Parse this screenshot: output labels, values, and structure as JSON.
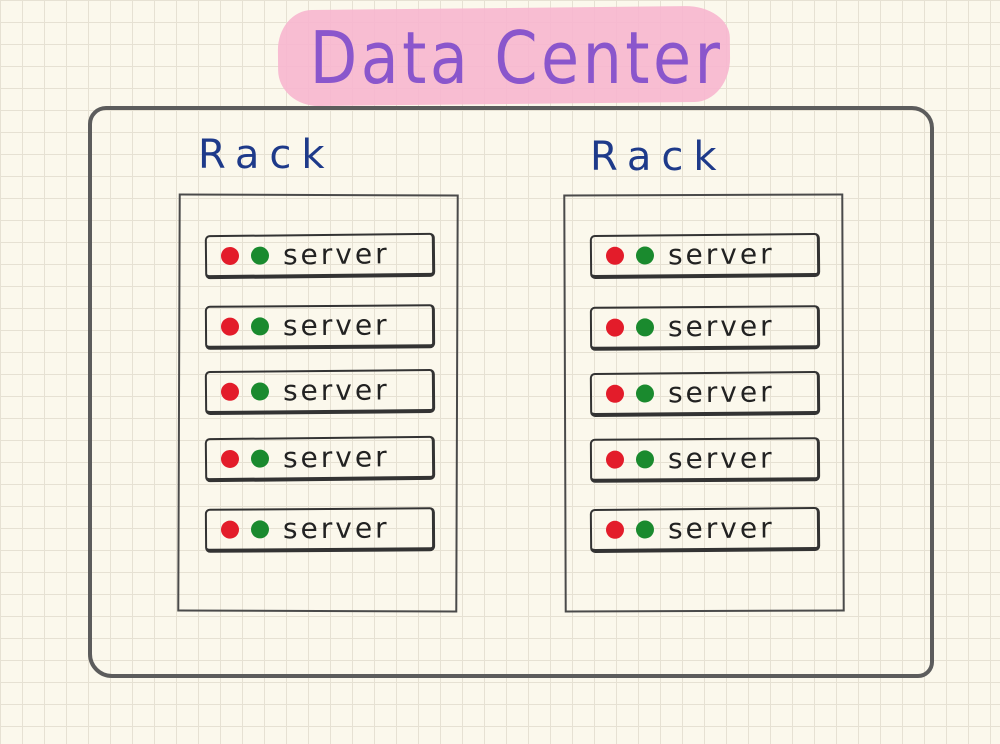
{
  "title": "Data Center",
  "colors": {
    "title_text": "#8a56cc",
    "title_highlight": "#f7b6cf",
    "rack_label": "#1e3a8a",
    "led_red": "#e31c2a",
    "led_green": "#1a8a2e",
    "paper": "#fbf8ec",
    "grid": "#e6e1d3"
  },
  "racks": [
    {
      "label": "Rack",
      "servers": [
        {
          "label": "server",
          "led_left": "red",
          "led_right": "green"
        },
        {
          "label": "server",
          "led_left": "red",
          "led_right": "green"
        },
        {
          "label": "server",
          "led_left": "red",
          "led_right": "green"
        },
        {
          "label": "server",
          "led_left": "red",
          "led_right": "green"
        },
        {
          "label": "server",
          "led_left": "red",
          "led_right": "green"
        }
      ]
    },
    {
      "label": "Rack",
      "servers": [
        {
          "label": "server",
          "led_left": "red",
          "led_right": "green"
        },
        {
          "label": "server",
          "led_left": "red",
          "led_right": "green"
        },
        {
          "label": "server",
          "led_left": "red",
          "led_right": "green"
        },
        {
          "label": "server",
          "led_left": "red",
          "led_right": "green"
        },
        {
          "label": "server",
          "led_left": "red",
          "led_right": "green"
        }
      ]
    }
  ]
}
